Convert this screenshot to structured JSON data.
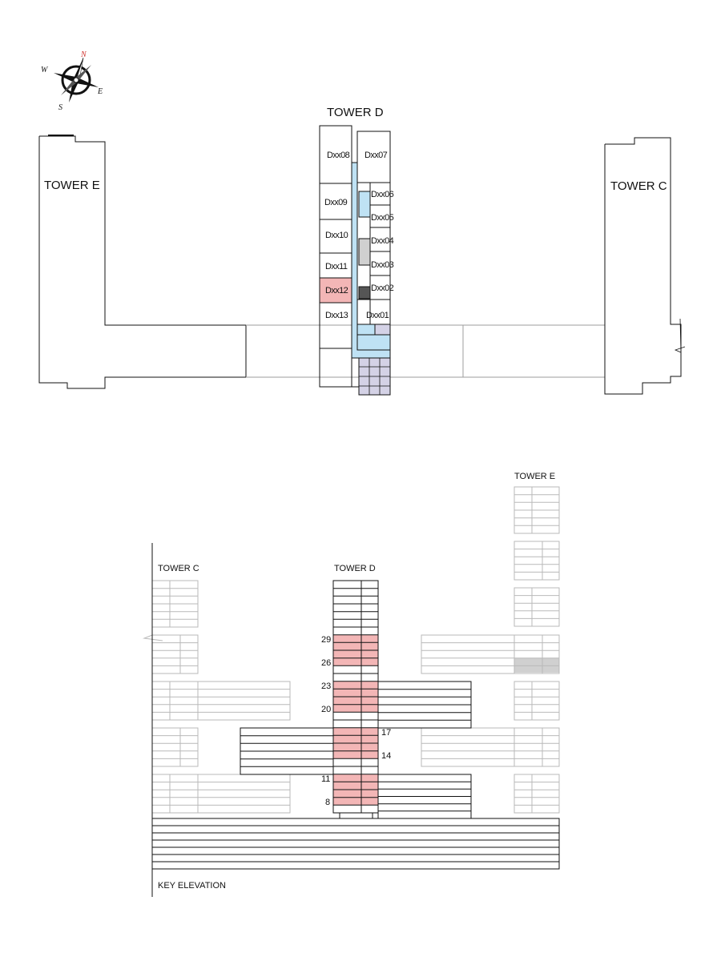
{
  "compass": {
    "n": "N",
    "e": "E",
    "s": "S",
    "w": "W",
    "n_color": "#d0312d"
  },
  "plan": {
    "towers": {
      "d": "TOWER D",
      "e": "TOWER E",
      "c": "TOWER C"
    },
    "units": {
      "u08": "Dxx08",
      "u07": "Dxx07",
      "u09": "Dxx09",
      "u06": "Dxx06",
      "u05": "Dxx05",
      "u10": "Dxx10",
      "u04": "Dxx04",
      "u03": "Dxx03",
      "u11": "Dxx11",
      "u12": "Dxx12",
      "u02": "Dxx02",
      "u13": "Dxx13",
      "u01": "Dxx01"
    },
    "highlighted_unit": "Dxx12"
  },
  "elevation": {
    "title": "KEY ELEVATION",
    "towers": {
      "c": "TOWER C",
      "d": "TOWER D",
      "e": "TOWER E"
    },
    "floor_labels": {
      "f29": "29",
      "f26": "26",
      "f23": "23",
      "f20": "20",
      "f17": "17",
      "f14": "14",
      "f11": "11",
      "f8": "8"
    }
  },
  "colors": {
    "highlight": "#f3b6b6",
    "core": "#bfe2f4",
    "stair": "#d4d2e6",
    "service_light": "#d0d0d0",
    "service_dark": "#555555",
    "faded_line": "#b9b9b9"
  }
}
